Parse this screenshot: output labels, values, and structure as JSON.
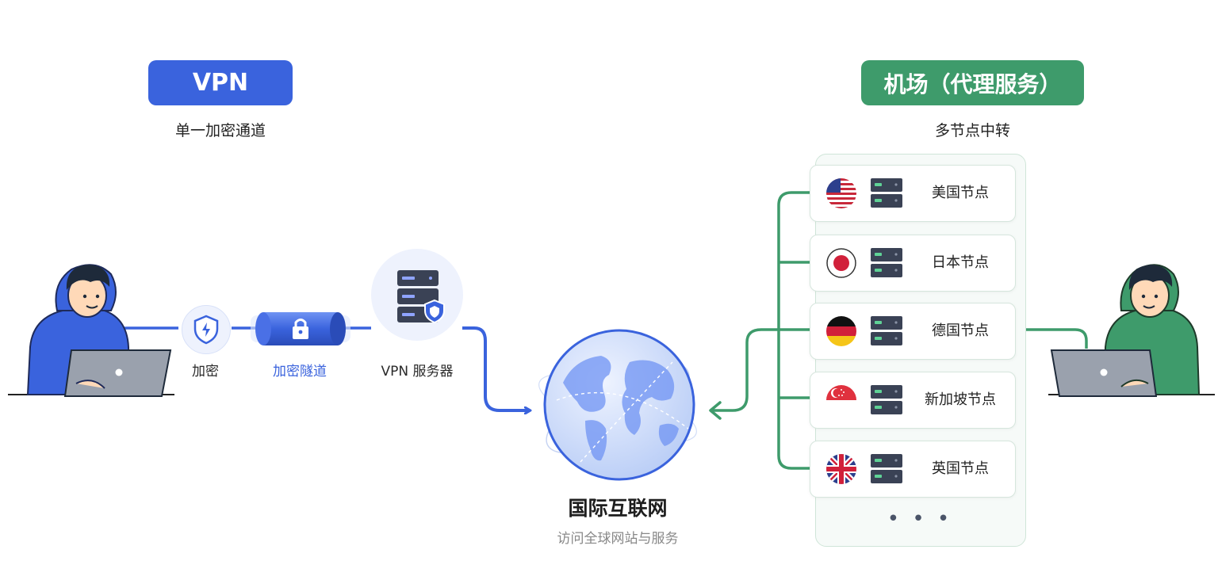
{
  "vpn": {
    "title": "VPN",
    "subtitle": "单一加密通道",
    "encrypt_label": "加密",
    "tunnel_label": "加密隧道",
    "server_label": "VPN 服务器",
    "color": "#3a63dd"
  },
  "proxy": {
    "title": "机场（代理服务）",
    "subtitle": "多节点中转",
    "color": "#3e9b6b",
    "nodes": [
      {
        "label": "美国节点",
        "flag": "us-flag-icon"
      },
      {
        "label": "日本节点",
        "flag": "japan-flag-icon"
      },
      {
        "label": "德国节点",
        "flag": "germany-flag-icon"
      },
      {
        "label": "新加坡节点",
        "flag": "singapore-flag-icon"
      },
      {
        "label": "英国节点",
        "flag": "uk-flag-icon"
      }
    ],
    "more_indicator": "• • •"
  },
  "internet": {
    "title": "国际互联网",
    "subtitle": "访问全球网站与服务"
  }
}
